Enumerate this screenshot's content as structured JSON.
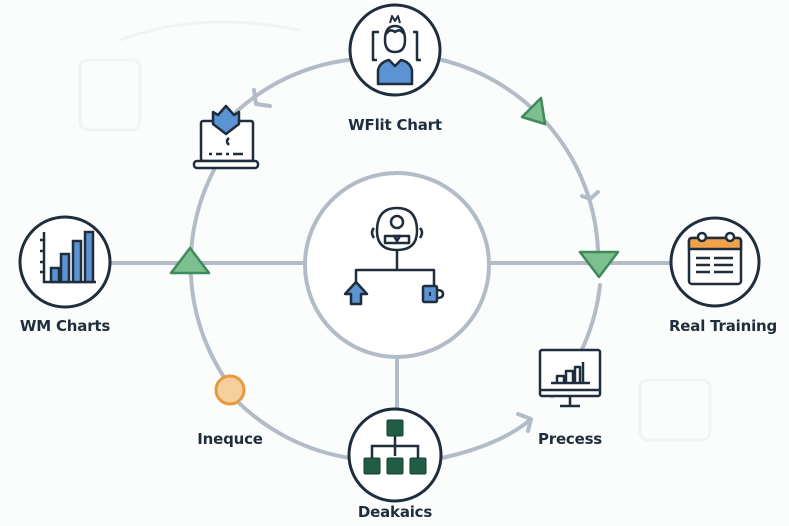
{
  "diagram": {
    "type": "cycle-hub",
    "colors": {
      "ring": "#b3bcc6",
      "outline": "#1f2d3d",
      "blue_fill": "#5b93d3",
      "green_fill": "#7cc08f",
      "green_stroke": "#3f8a5c",
      "dark_green": "#1f5e45",
      "orange_fill": "#f6cf9f",
      "orange_stroke": "#e69a3a",
      "calendar_band": "#f0a24a"
    },
    "center": {
      "name": "hub",
      "icon": "org-structure-person-icon"
    },
    "nodes": [
      {
        "id": "top",
        "label": "WFlit Chart",
        "icon": "person-icon"
      },
      {
        "id": "left",
        "label": "WM Charts",
        "icon": "bar-chart-icon"
      },
      {
        "id": "right",
        "label": "Real Training",
        "icon": "calendar-icon"
      },
      {
        "id": "bottom",
        "label": "Deakaics",
        "icon": "hierarchy-icon"
      }
    ],
    "satellites": [
      {
        "id": "laptop",
        "label": "",
        "icon": "laptop-bookmark-icon"
      },
      {
        "id": "inequce",
        "label": "Inequce",
        "icon": "orange-dot-icon"
      },
      {
        "id": "precess",
        "label": "Precess",
        "icon": "monitor-chart-icon"
      }
    ],
    "markers": [
      {
        "id": "left-triangle",
        "shape": "triangle-up"
      },
      {
        "id": "top-right-triangle",
        "shape": "triangle"
      },
      {
        "id": "right-triangle",
        "shape": "triangle-down"
      }
    ]
  }
}
